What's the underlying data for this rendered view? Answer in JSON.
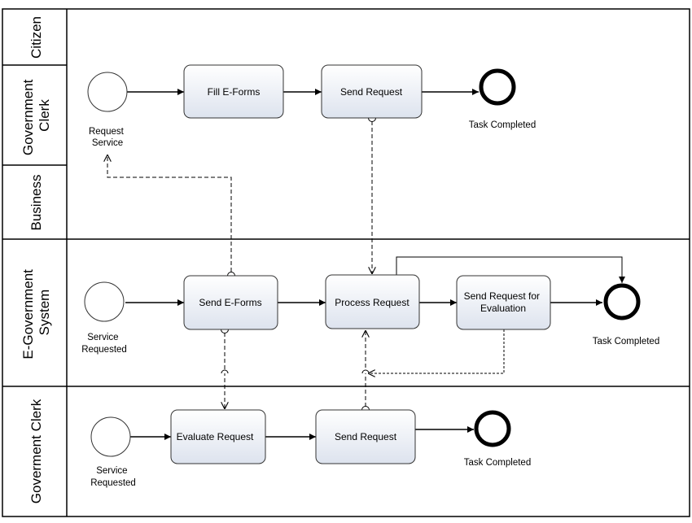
{
  "lanes": [
    {
      "id": "citizen",
      "label": "Citizen"
    },
    {
      "id": "gov_clerk_top",
      "label_lines": [
        "Government",
        "Clerk"
      ]
    },
    {
      "id": "business",
      "label": "Business"
    },
    {
      "id": "egov",
      "label_lines": [
        "E-Government",
        "System"
      ]
    },
    {
      "id": "gov_clerk_bottom",
      "label": "Goverment Clerk"
    }
  ],
  "tasks": {
    "fill_eforms": "Fill E-Forms",
    "send_request_top": "Send Request",
    "send_eforms": "Send E-Forms",
    "process_request": "Process Request",
    "send_request_eval": [
      "Send Request for",
      "Evaluation"
    ],
    "evaluate_request": "Evaluate Request",
    "send_request_bottom": "Send Request"
  },
  "events": {
    "request_service": [
      "Request",
      "Service"
    ],
    "task_completed_top": "Task Completed",
    "service_requested_mid": [
      "Service",
      "Requested"
    ],
    "task_completed_mid": "Task Completed",
    "service_requested_bottom": [
      "Service",
      "Requested"
    ],
    "task_completed_bottom": "Task Completed"
  },
  "colors": {
    "task_fill_top": "#ffffff",
    "task_fill_bottom": "#dde3ee",
    "stroke": "#333333"
  }
}
